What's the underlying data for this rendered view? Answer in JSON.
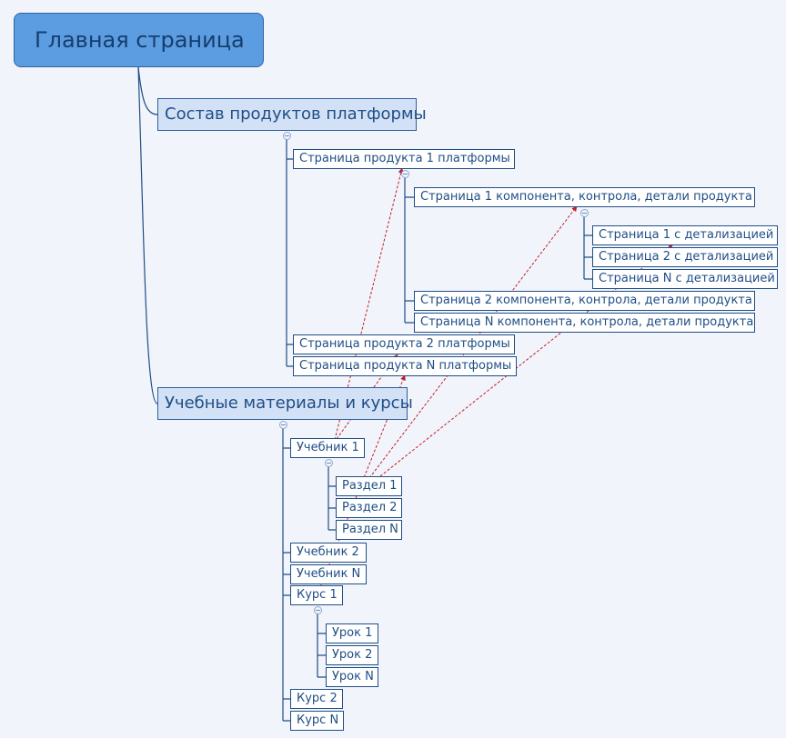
{
  "colors": {
    "accent": "#1f4e86",
    "root_fill": "#5c9ce0",
    "branch_fill": "#d3e1f6",
    "relation": "#c0202a"
  },
  "root": {
    "label": "Главная страница"
  },
  "platform": {
    "label": "Состав продуктов платформы",
    "product1": "Страница продукта 1 платформы",
    "component1": "Страница 1 компонента, контрола, детали продукта",
    "detail1": "Страница 1 с детализацией",
    "detail2": "Страница 2 с детализацией",
    "detailN": "Страница N с детализацией",
    "component2": "Страница 2 компонента, контрола, детали продукта",
    "componentN": "Страница N компонента, контрола, детали продукта",
    "product2": "Страница продукта 2 платформы",
    "productN": "Страница продукта N платформы"
  },
  "learning": {
    "label": "Учебные материалы и курсы",
    "textbook1": "Учебник 1",
    "section1": "Раздел 1",
    "section2": "Раздел 2",
    "sectionN": "Раздел N",
    "textbook2": "Учебник 2",
    "textbookN": "Учебник N",
    "course1": "Курс 1",
    "lesson1": "Урок 1",
    "lesson2": "Урок 2",
    "lessonN": "Урок N",
    "course2": "Курс 2",
    "courseN": "Курс N"
  }
}
